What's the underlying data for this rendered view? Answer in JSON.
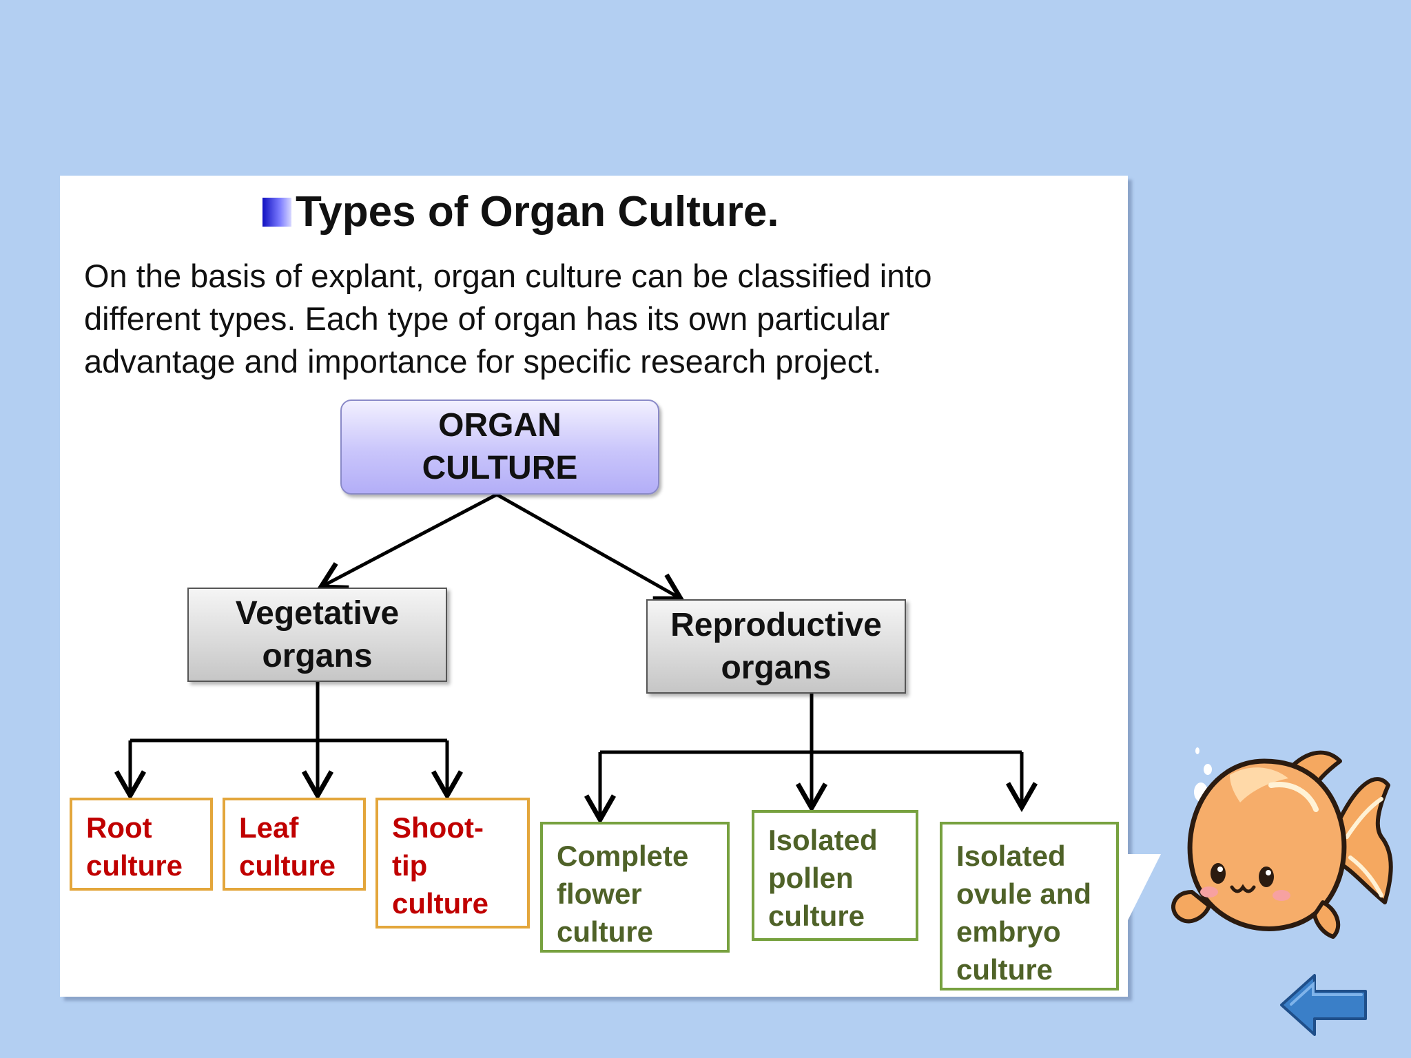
{
  "slide": {
    "title": "Types of Organ Culture.",
    "intro_lines": [
      "On the basis of explant, organ culture can be classified into",
      "different types. Each type of organ has its own particular",
      "advantage and importance for specific research project."
    ]
  },
  "diagram": {
    "root": [
      "ORGAN",
      "CULTURE"
    ],
    "vegetative": {
      "label": [
        "Vegetative",
        "organs"
      ],
      "children": [
        [
          "Root",
          "culture"
        ],
        [
          "Leaf",
          "culture"
        ],
        [
          "Shoot-",
          "tip",
          "culture"
        ]
      ]
    },
    "reproductive": {
      "label": [
        "Reproductive",
        "organs"
      ],
      "children": [
        [
          "Complete",
          "flower",
          "culture"
        ],
        [
          "Isolated",
          "pollen",
          "culture"
        ],
        [
          "Isolated",
          "ovule and",
          "embryo",
          "culture"
        ]
      ]
    }
  },
  "colors": {
    "background": "#b3cff2",
    "vegetative_border": "#e3a63b",
    "vegetative_text": "#c00000",
    "reproductive_border": "#77a13f",
    "reproductive_text": "#4f6228"
  },
  "icons": {
    "mascot": "goldfish-mascot-icon",
    "navigation": "back-arrow-icon"
  }
}
